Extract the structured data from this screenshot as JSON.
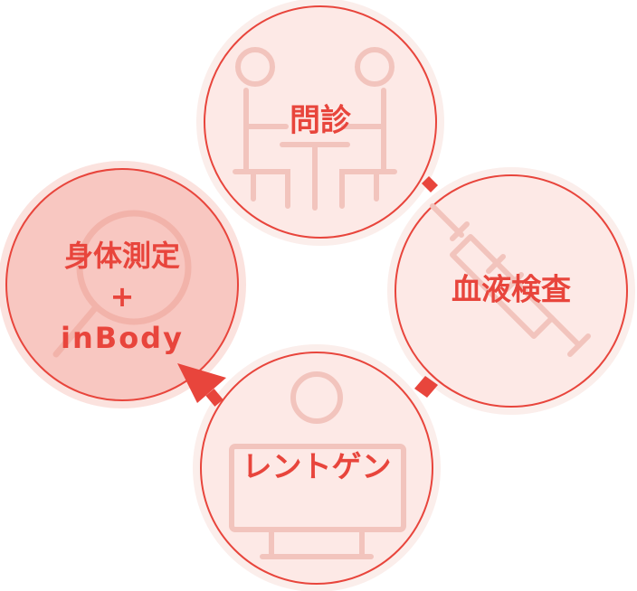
{
  "steps": [
    {
      "id": "monshin",
      "label": "問診",
      "icon": "consultation-icon"
    },
    {
      "id": "ketsueki",
      "label": "血液検査",
      "icon": "syringe-icon"
    },
    {
      "id": "rentogen",
      "label": "レントゲン",
      "icon": "xray-person-icon"
    },
    {
      "id": "shintai",
      "label_lines": [
        "身体測定",
        "+",
        "inBody"
      ],
      "icon": "magnifier-icon"
    }
  ],
  "colors": {
    "accent": "#e8453c",
    "ring": "#e8453c",
    "fill_light": "#fde9e6",
    "fill_active": "#f8c7c1",
    "halo": "#fbeeeb",
    "icon": "#f2c4bd"
  }
}
